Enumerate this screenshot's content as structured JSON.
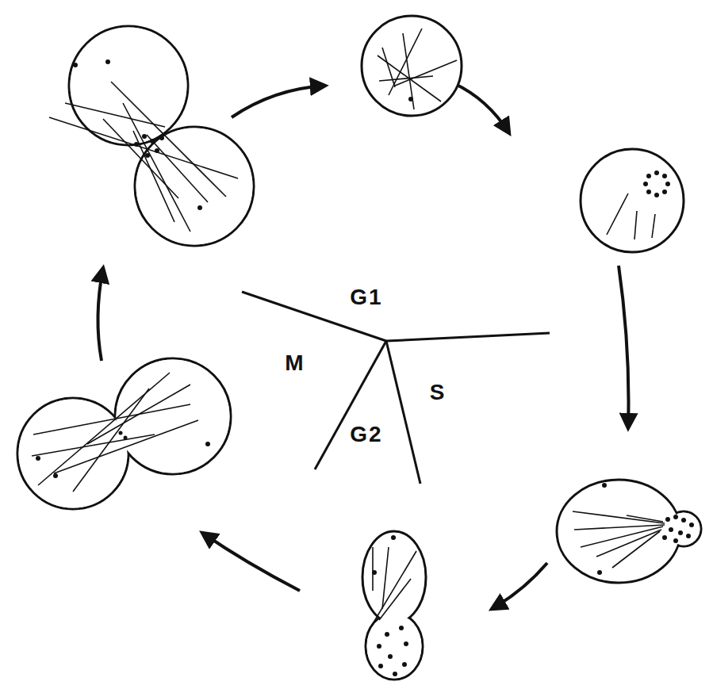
{
  "diagram": {
    "labels": [
      "G1",
      "M",
      "S",
      "G2"
    ]
  }
}
